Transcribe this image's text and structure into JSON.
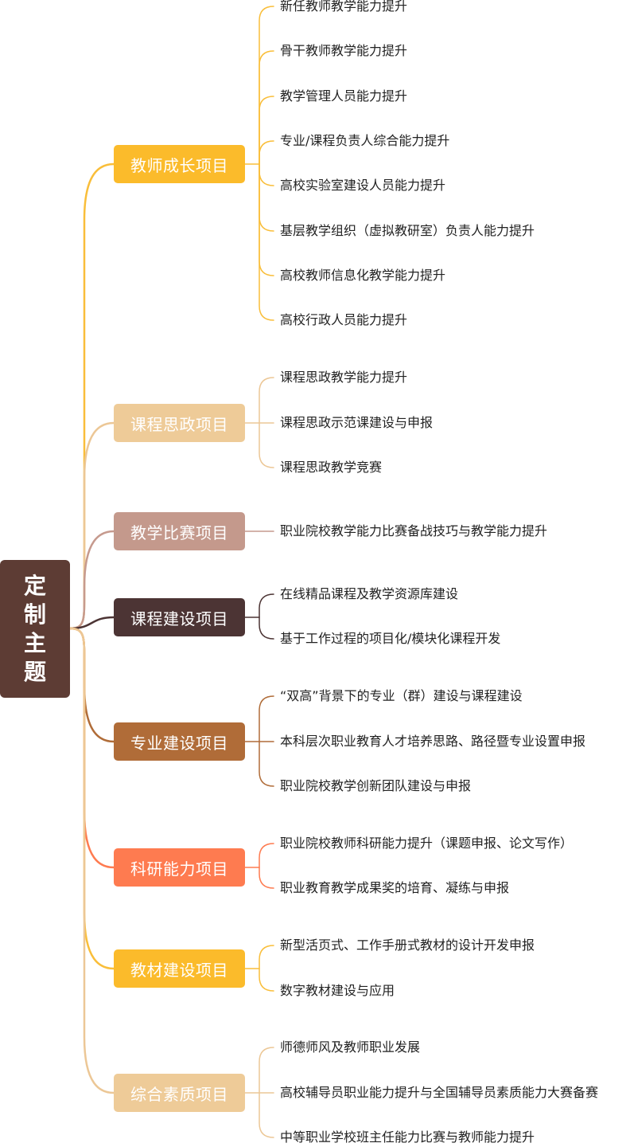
{
  "root": {
    "label": "定制主题",
    "color": "#5D3C34"
  },
  "branches": [
    {
      "label": "教师成长项目",
      "color": "#FBBB2B",
      "text_color": "#ffffff",
      "line_color": "#F9BE3A",
      "items": [
        "新任教师教学能力提升",
        "骨干教师教学能力提升",
        "教学管理人员能力提升",
        "专业/课程负责人综合能力提升",
        "高校实验室建设人员能力提升",
        "基层教学组织（虚拟教研室）负责人能力提升",
        "高校教师信息化教学能力提升",
        "高校行政人员能力提升"
      ]
    },
    {
      "label": "课程思政项目",
      "color": "#EECB98",
      "text_color": "#ffffff",
      "line_color": "#ECC796",
      "items": [
        "课程思政教学能力提升",
        "课程思政示范课建设与申报",
        "课程思政教学竞赛"
      ]
    },
    {
      "label": "教学比赛项目",
      "color": "#C4998C",
      "text_color": "#ffffff",
      "line_color": "#C69A8E",
      "items": [
        "职业院校教学能力比赛备战技巧与教学能力提升"
      ]
    },
    {
      "label": "课程建设项目",
      "color": "#4C3434",
      "text_color": "#ffffff",
      "line_color": "#4C3434",
      "items": [
        "在线精品课程及教学资源库建设",
        "基于工作过程的项目化/模块化课程开发"
      ]
    },
    {
      "label": "专业建设项目",
      "color": "#B06C38",
      "text_color": "#ffffff",
      "line_color": "#B06C38",
      "items": [
        "“双高”背景下的专业（群）建设与课程建设",
        "本科层次职业教育人才培养思路、路径暨专业设置申报",
        "职业院校教学创新团队建设与申报"
      ]
    },
    {
      "label": "科研能力项目",
      "color": "#FE7B50",
      "text_color": "#ffffff",
      "line_color": "#FE7B50",
      "items": [
        "职业院校教师科研能力提升（课题申报、论文写作）",
        "职业教育教学成果奖的培育、凝练与申报"
      ]
    },
    {
      "label": "教材建设项目",
      "color": "#FBBB2B",
      "text_color": "#ffffff",
      "line_color": "#F9BE3A",
      "items": [
        "新型活页式、工作手册式教材的设计开发申报",
        "数字教材建设与应用"
      ]
    },
    {
      "label": "综合素质项目",
      "color": "#EECB98",
      "text_color": "#ffffff",
      "line_color": "#ECC796",
      "items": [
        "师德师风及教师职业发展",
        "高校辅导员职业能力提升与全国辅导员素质能力大赛备赛",
        "中等职业学校班主任能力比赛与教师能力提升"
      ]
    }
  ]
}
